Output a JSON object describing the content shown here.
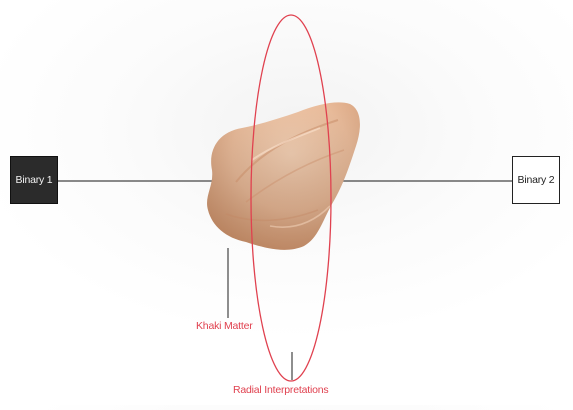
{
  "diagram": {
    "nodes": {
      "binary_1": {
        "label": "Binary 1",
        "fill": "#2b2b2b"
      },
      "binary_2": {
        "label": "Binary 2",
        "fill": "#ffffff"
      }
    },
    "labels": {
      "khaki_matter": "Khaki Matter",
      "radial_interpretations": "Radial Interpretations"
    },
    "colors": {
      "accent": "#e0414f",
      "connector": "#444444",
      "blob": "#e9b896"
    }
  }
}
